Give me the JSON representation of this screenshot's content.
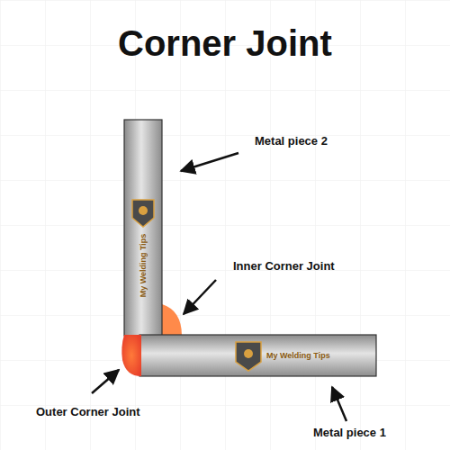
{
  "diagram": {
    "title": "Corner Joint",
    "labels": [
      "Metal piece 2",
      "Inner Corner Joint",
      "Outer Corner Joint",
      "Metal piece 1",
      "My Welding Tips",
      "My Welding Tips"
    ]
  }
}
